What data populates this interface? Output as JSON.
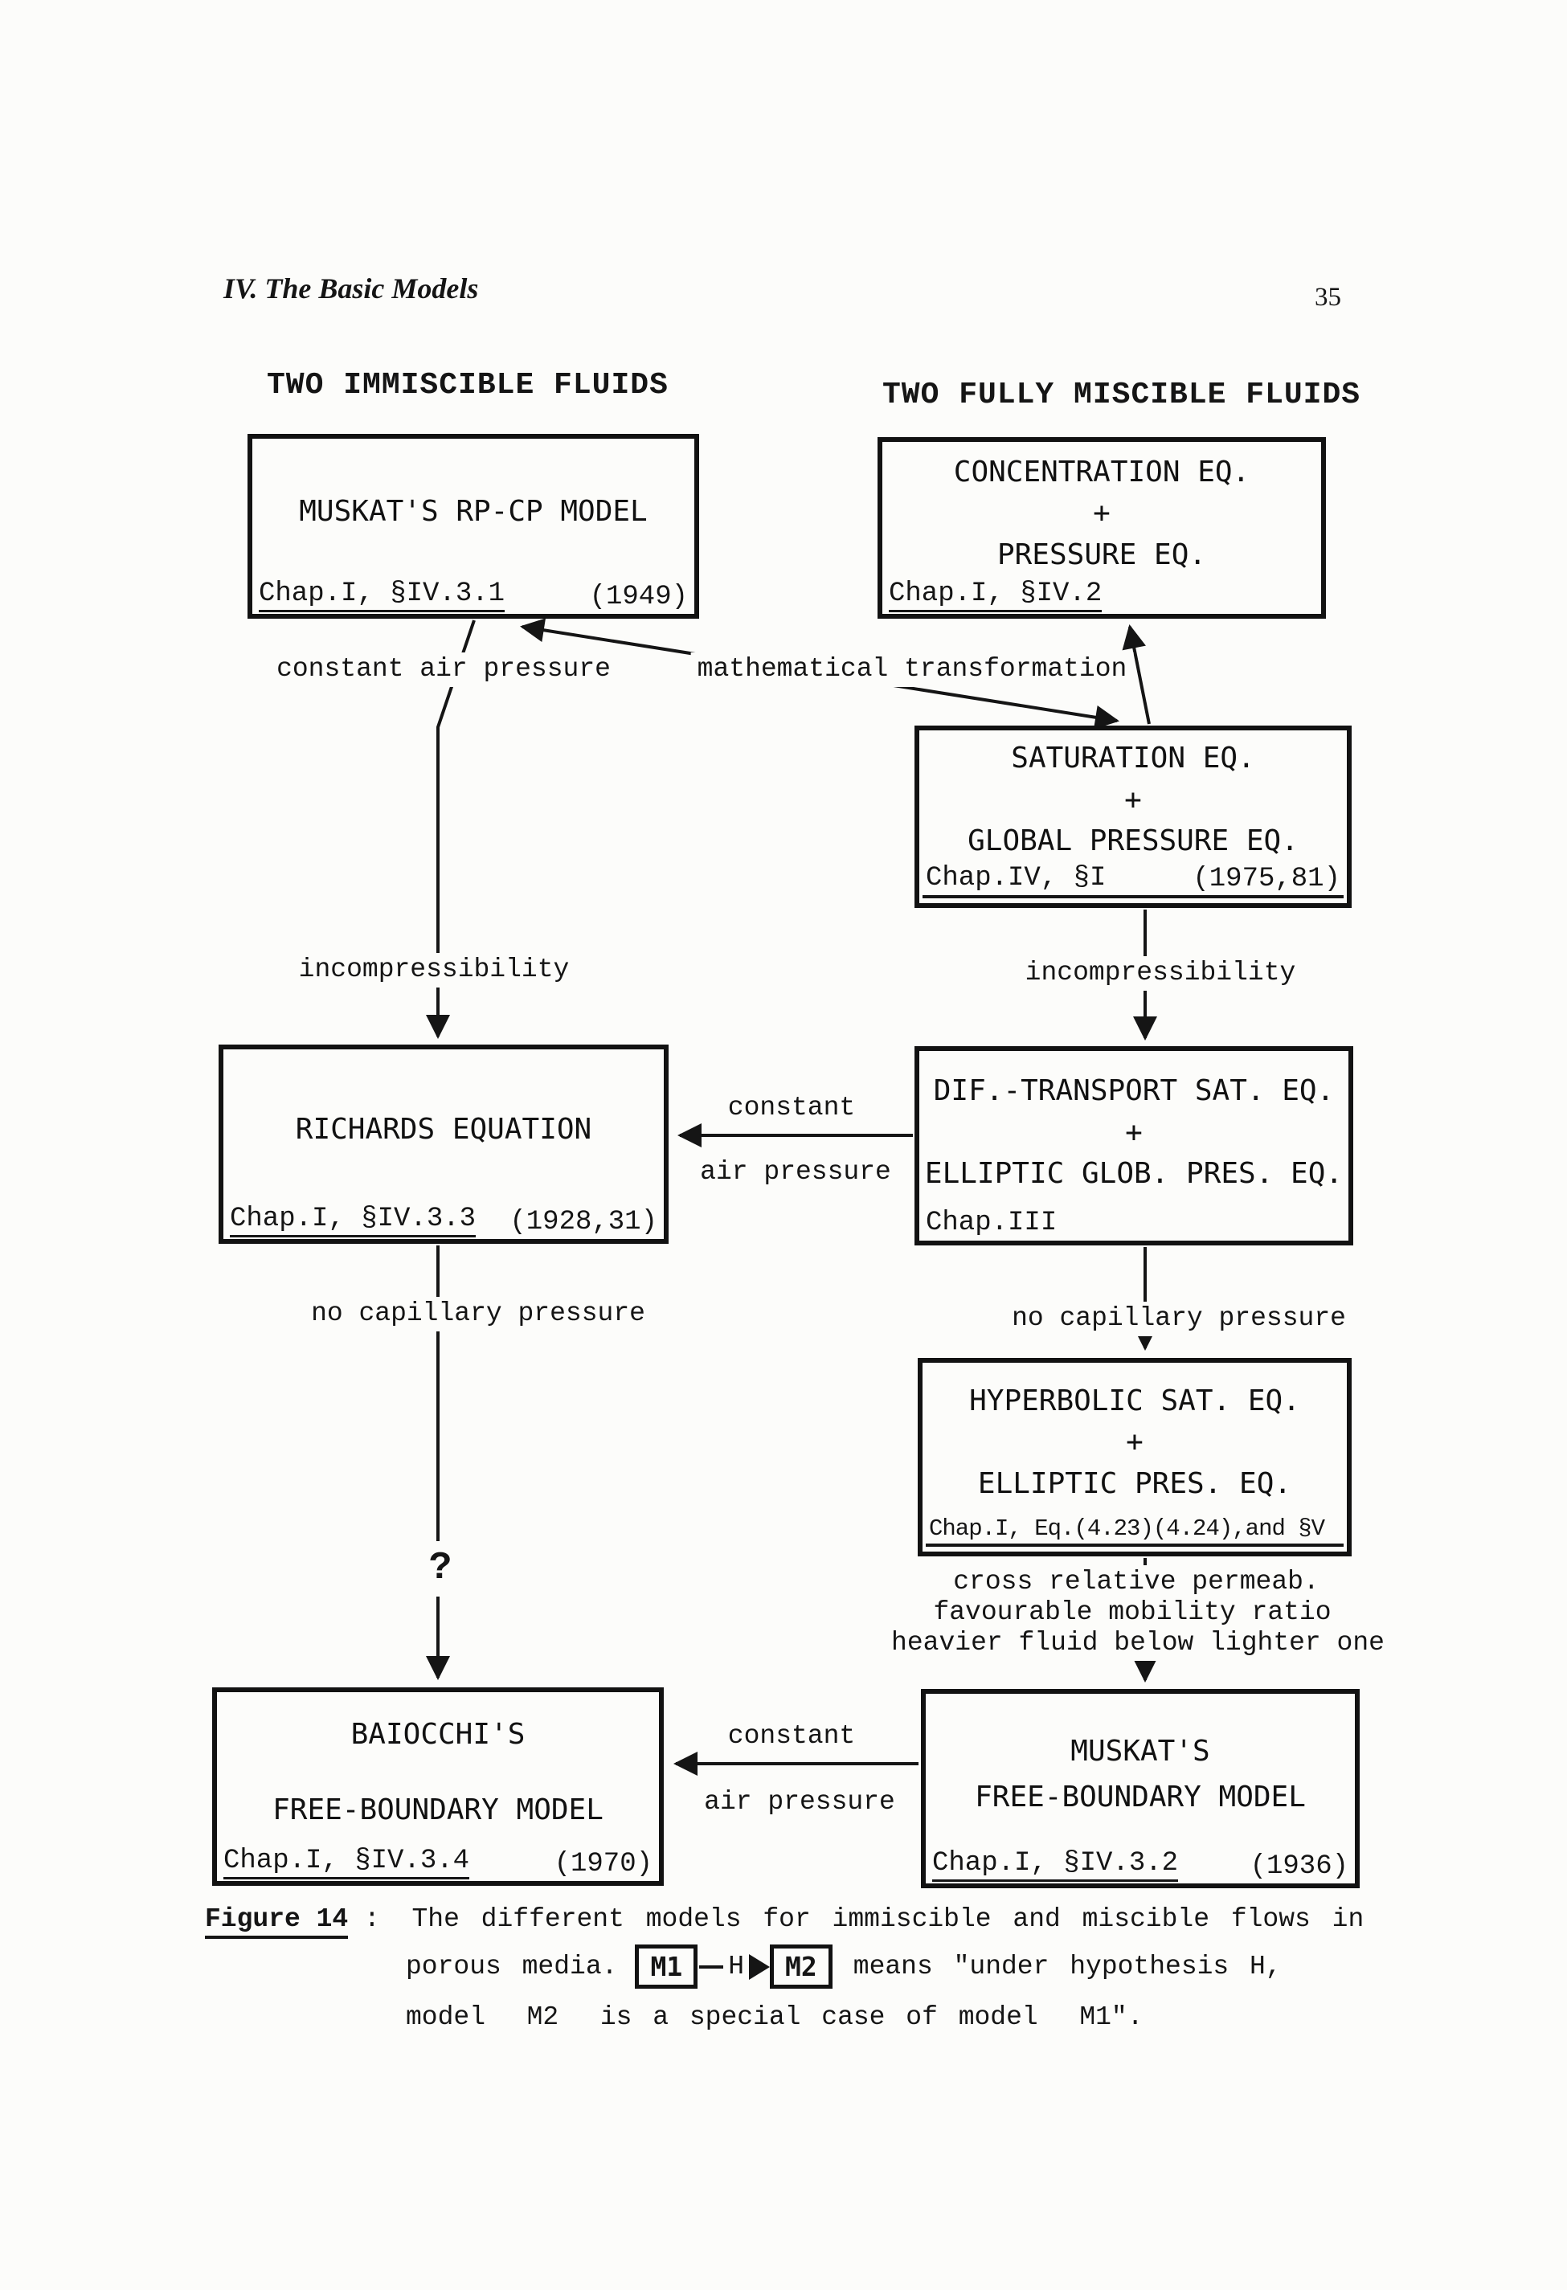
{
  "page": {
    "header_left": "IV. The Basic Models",
    "page_number": "35"
  },
  "column_headings": {
    "left": "TWO IMMISCIBLE FLUIDS",
    "right": "TWO FULLY MISCIBLE FLUIDS"
  },
  "boxes": {
    "muskat_rpcp": {
      "lines": [
        "MUSKAT'S RP-CP MODEL"
      ],
      "ref": "Chap.I, §IV.3.1",
      "year": "(1949)"
    },
    "concentration": {
      "lines": [
        "CONCENTRATION EQ.",
        "+",
        "PRESSURE EQ."
      ],
      "ref": "Chap.I, §IV.2",
      "year": ""
    },
    "saturation": {
      "lines": [
        "SATURATION EQ.",
        "+",
        "GLOBAL PRESSURE EQ."
      ],
      "ref": "Chap.IV, §I",
      "year": "(1975,81)"
    },
    "richards": {
      "lines": [
        "RICHARDS EQUATION"
      ],
      "ref": "Chap.I, §IV.3.3",
      "year": "(1928,31)"
    },
    "dif_transport": {
      "lines": [
        "DIF.-TRANSPORT SAT. EQ.",
        "+",
        "ELLIPTIC GLOB. PRES. EQ."
      ],
      "ref": "Chap.III",
      "year": ""
    },
    "hyperbolic": {
      "lines": [
        "HYPERBOLIC SAT. EQ.",
        "+",
        "ELLIPTIC PRES. EQ."
      ],
      "ref": "Chap.I, Eq.(4.23)(4.24),and §V",
      "year": ""
    },
    "baiocchi": {
      "lines": [
        "BAIOCCHI'S",
        "FREE-BOUNDARY MODEL"
      ],
      "ref": "Chap.I, §IV.3.4",
      "year": "(1970)"
    },
    "muskat_fb": {
      "lines": [
        "MUSKAT'S",
        "FREE-BOUNDARY MODEL"
      ],
      "ref": "Chap.I, §IV.3.2",
      "year": "(1936)"
    }
  },
  "labels": {
    "constant_air_pressure_top": "constant air pressure",
    "mathematical_transformation": "mathematical transformation",
    "incompressibility_left": "incompressibility",
    "incompressibility_right": "incompressibility",
    "constant_mid_top": "constant",
    "constant_mid_bottom": "air pressure",
    "no_capillary_left": "no capillary pressure",
    "no_capillary_right": "no capillary pressure",
    "hypothesis_line1": "cross relative permeab.",
    "hypothesis_line2": "favourable mobility ratio",
    "hypothesis_line3": "heavier fluid below lighter one",
    "question_mark": "?",
    "constant_bottom_top": "constant",
    "constant_bottom_bottom": "air pressure"
  },
  "caption": {
    "figure_label": "Figure 14",
    "colon": ":",
    "line1": "The different models for immiscible and miscible flows in",
    "line2_pre": "porous media.",
    "m1": "M1",
    "h": "H",
    "m2": "M2",
    "line2_post": "means \"under hypothesis H,",
    "line3": "model  M2  is a special case of model  M1\"."
  }
}
